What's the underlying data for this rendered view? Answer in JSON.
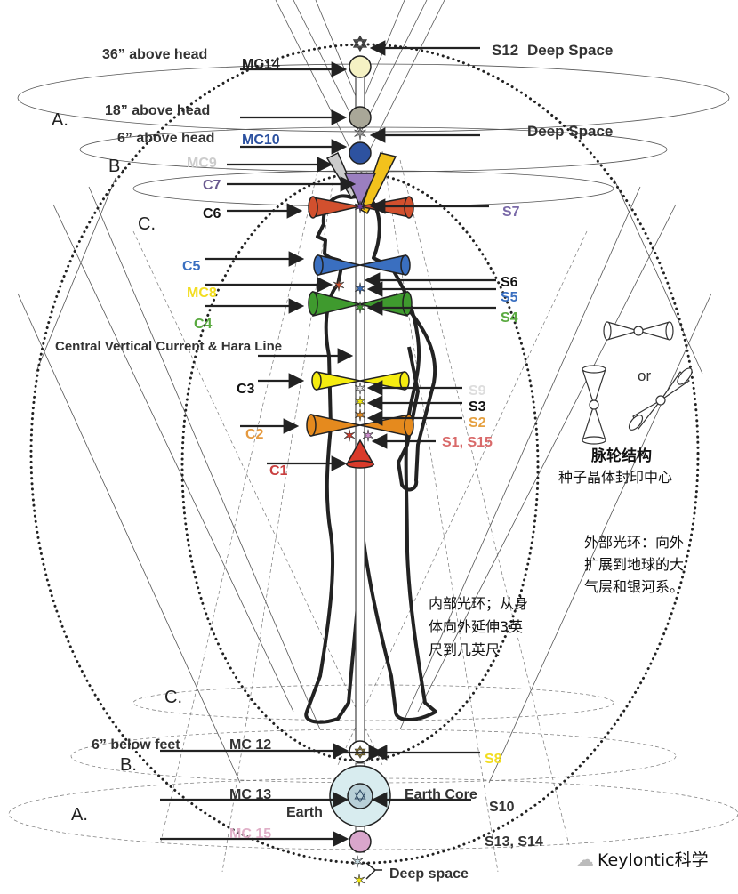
{
  "labels": {
    "above36": "36” above head",
    "mc14": "MC14",
    "s12": "S12",
    "s12_deep": "Deep Space",
    "above18": "18” above head",
    "deep_space_right": "Deep Space",
    "above6": "6” above head",
    "mc10": "MC10",
    "mc9": "MC9",
    "c7": "C7",
    "c6": "C6",
    "s7": "S7",
    "c5": "C5",
    "mc8": "MC8",
    "c4": "C4",
    "s6": "S6",
    "s5": "S5",
    "s4": "S4",
    "hara": "Central Vertical Current & Hara Line",
    "c3": "C3",
    "s9": "S9",
    "s3": "S3",
    "s2": "S2",
    "c2": "C2",
    "s1_s15": "S1, S15",
    "c1": "C1",
    "below6": "6” below feet",
    "mc12": "MC 12",
    "s8": "S8",
    "mc13": "MC 13",
    "earth_core": "Earth Core",
    "earth": "Earth",
    "s10": "S10",
    "mc15": "MC 15",
    "s13_s14": "S13, S14",
    "deep_space_bottom": "Deep space",
    "ring_a_top": "A.",
    "ring_b_top": "B.",
    "ring_c_top": "C.",
    "ring_c_bottom": "C.",
    "ring_b_bottom": "B.",
    "ring_a_bottom": "A."
  },
  "legend": {
    "or": "or",
    "title": "脉轮结构",
    "subtitle": "种子晶体封印中心"
  },
  "notes": {
    "outer_1": "外部光环：向外",
    "outer_2": "扩展到地球的大",
    "outer_3": "气层和银河系。",
    "inner_1": "内部光环；从身",
    "inner_2": "体向外延伸3英",
    "inner_3": "尺到几英尺"
  },
  "watermark": "Keylontic科学",
  "colors": {
    "mc14": "#f5f2c4",
    "mc11": "#a9a798",
    "mc10": "#2d52a0",
    "c7": "#9b7fc0",
    "c6": "#d2502e",
    "c5": "#3a6fc0",
    "c4": "#3f9a2e",
    "c3": "#f5ec10",
    "c2": "#e58a1e",
    "c1": "#d93a2a",
    "mc15": "#d9a6cc",
    "earth": "#d8ecef"
  }
}
